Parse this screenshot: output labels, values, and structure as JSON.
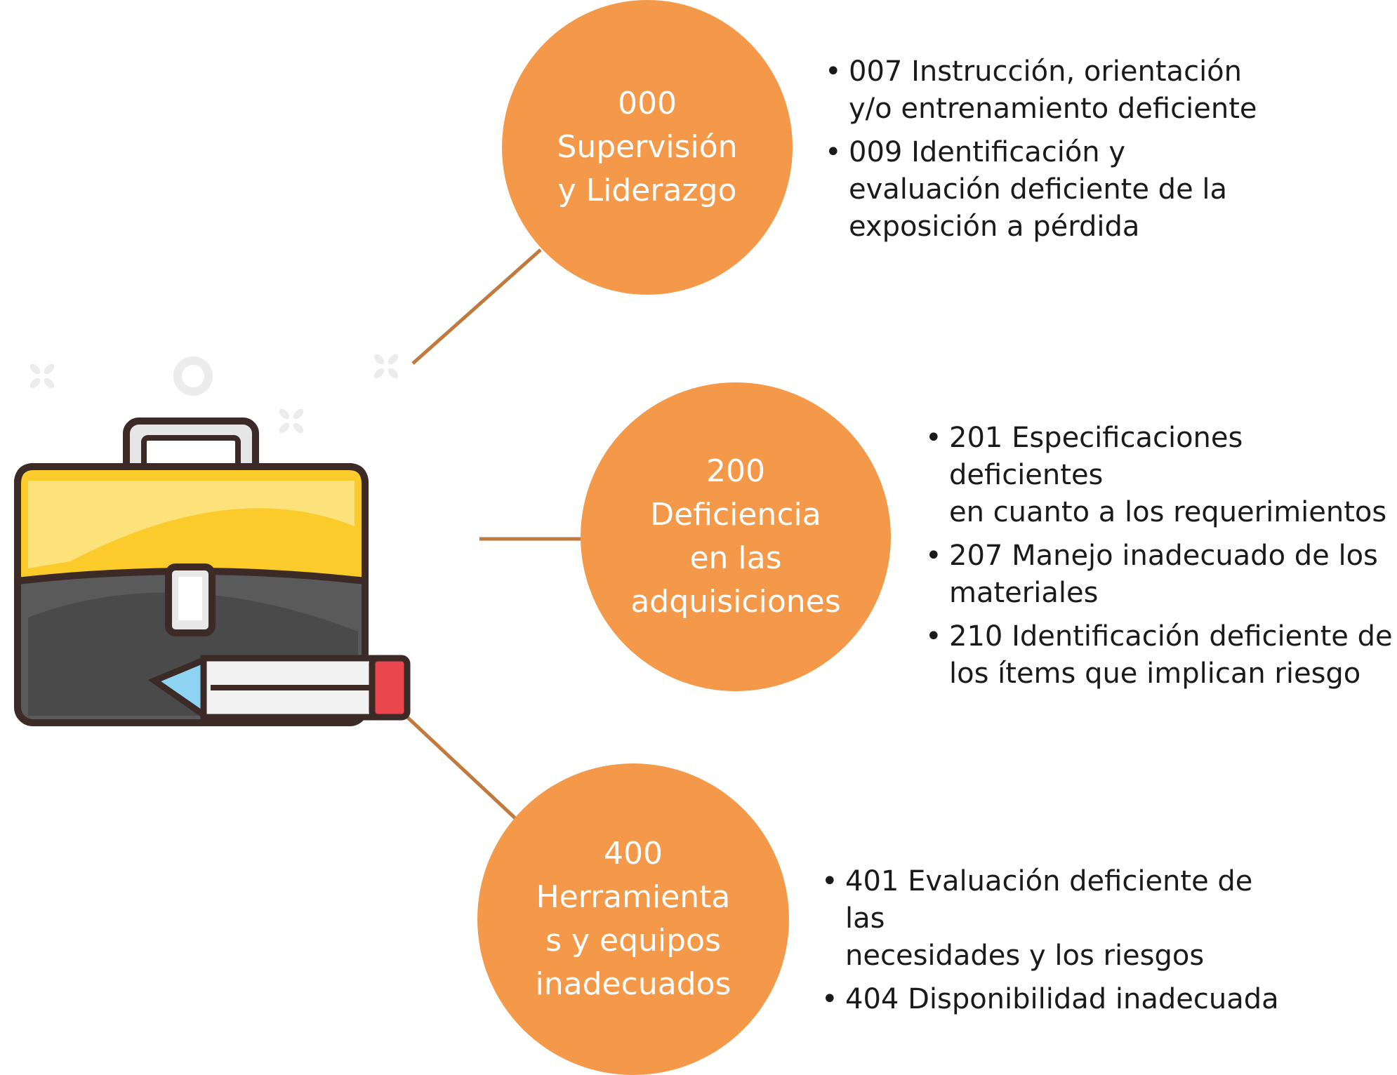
{
  "colors": {
    "node_fill": "#F4994A",
    "node_text": "#FFFFFF",
    "connector": "#C07A3E",
    "bullet_text": "#1A1A1A"
  },
  "illustration": {
    "icon": "briefcase-with-pencil-icon"
  },
  "nodes": [
    {
      "lines": [
        "000",
        "Supervisión",
        "y Liderazgo"
      ],
      "items": [
        [
          "007 Instrucción, orientación",
          "y/o entrenamiento deficiente"
        ],
        [
          "009 Identificación y",
          "evaluación deficiente de la",
          "exposición a pérdida"
        ]
      ]
    },
    {
      "lines": [
        "200",
        "Deficiencia",
        "en las",
        "adquisiciones"
      ],
      "items": [
        [
          "201 Especificaciones deficientes",
          "en cuanto a los requerimientos"
        ],
        [
          "207 Manejo inadecuado de los",
          "materiales"
        ],
        [
          "210 Identificación deficiente de",
          "los ítems que implican riesgo"
        ]
      ]
    },
    {
      "lines": [
        "400",
        "Herramienta",
        "s y equipos",
        "inadecuados"
      ],
      "items": [
        [
          "401 Evaluación deficiente de las",
          "necesidades y los riesgos"
        ],
        [
          "404 Disponibilidad inadecuada"
        ]
      ]
    }
  ]
}
